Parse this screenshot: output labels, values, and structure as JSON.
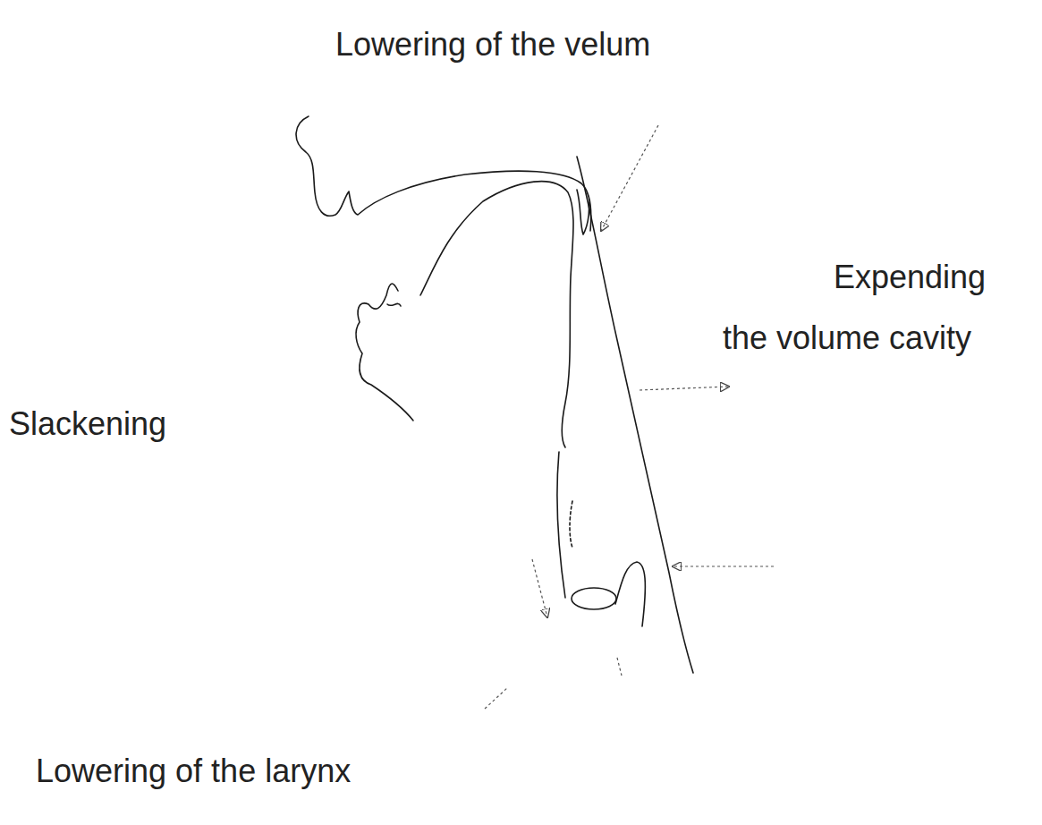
{
  "diagram": {
    "labels": [
      "Lowering of the velum",
      "Expending",
      "the volume cavity",
      "Slackening",
      "Lowering of the larynx"
    ]
  }
}
